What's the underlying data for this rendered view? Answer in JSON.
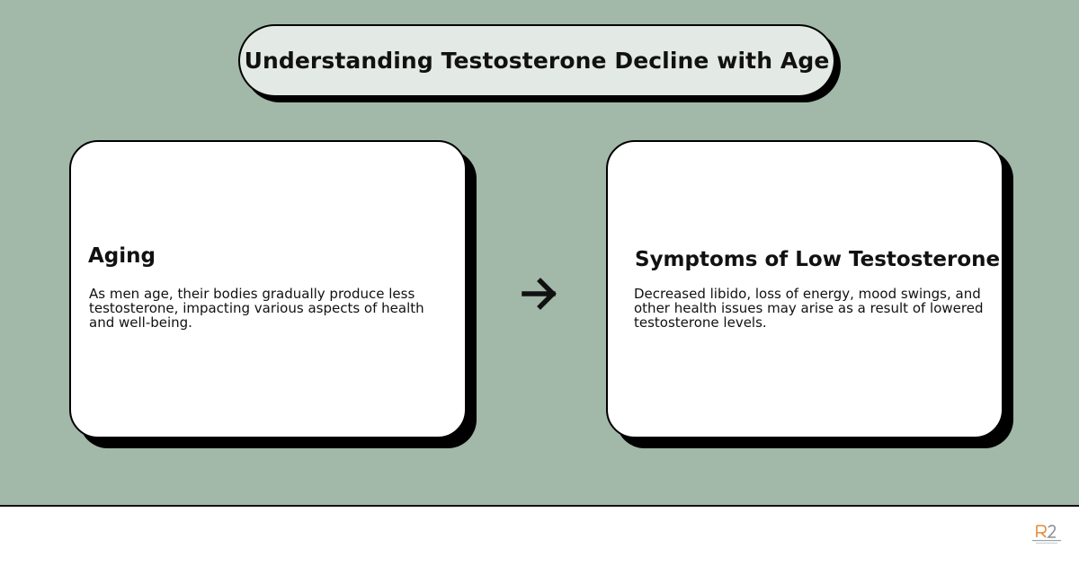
{
  "title": "Understanding Testosterone Decline with Age",
  "cards": [
    {
      "heading": "Aging",
      "body": "As men age, their bodies gradually produce less testosterone, impacting various aspects of health and well-being."
    },
    {
      "heading": "Symptoms of Low Testosterone",
      "body": "Decreased libido, loss of energy, mood swings, and other health issues may arise as a result of lowered testosterone levels."
    }
  ],
  "connector": {
    "icon": "arrow-right-icon"
  },
  "logo": {
    "icon": "r2-logo-icon"
  },
  "colors": {
    "background": "#a2b8a8",
    "title_fill": "#e3e9e4",
    "card_fill": "#ffffff",
    "outline": "#000000",
    "logo_accent": "#e08a3c"
  }
}
